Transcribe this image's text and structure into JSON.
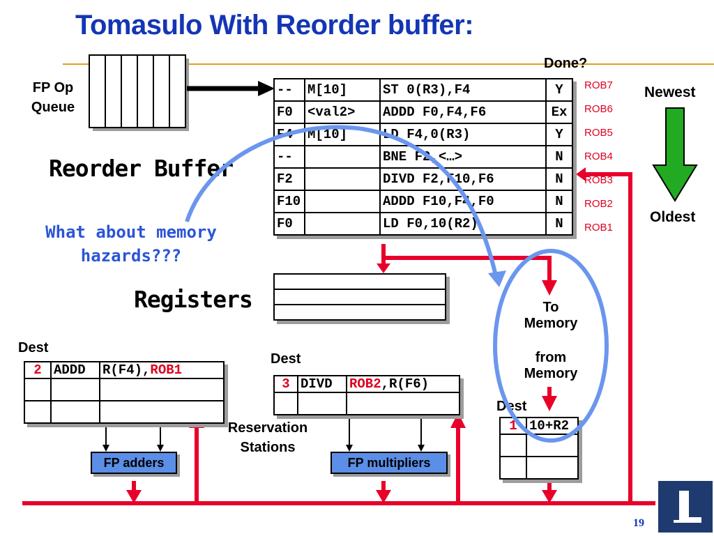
{
  "title": "Tomasulo With Reorder buffer:",
  "labels": {
    "done": "Done?",
    "fp_op_queue_line1": "FP Op",
    "fp_op_queue_line2": "Queue",
    "newest": "Newest",
    "oldest": "Oldest",
    "reorder_buffer": "Reorder Buffer",
    "registers": "Registers",
    "memory_question_line1": "What about memory",
    "memory_question_line2": "hazards???",
    "to_memory_line1": "To",
    "to_memory_line2": "Memory",
    "from_memory_line1": "from",
    "from_memory_line2": "Memory",
    "reservation_stations_line1": "Reservation",
    "reservation_stations_line2": "Stations",
    "dest_adders": "Dest",
    "dest_multipliers": "Dest",
    "dest_memory": "Dest",
    "fp_adders": "FP adders",
    "fp_multipliers": "FP multipliers",
    "page_number": "19"
  },
  "reorder_buffer": [
    {
      "dest": "--",
      "value": "M[10]",
      "instr": "ST 0(R3),F4",
      "done": "Y",
      "tag": "ROB7"
    },
    {
      "dest": "F0",
      "value": "<val2>",
      "instr": "ADDD F0,F4,F6",
      "done": "Ex",
      "tag": "ROB6"
    },
    {
      "dest": "F4",
      "value": "M[10]",
      "instr": "LD F4,0(R3)",
      "done": "Y",
      "tag": "ROB5"
    },
    {
      "dest": "--",
      "value": "",
      "instr": "BNE F2,<…>",
      "done": "N",
      "tag": "ROB4"
    },
    {
      "dest": "F2",
      "value": "",
      "instr": "DIVD F2,F10,F6",
      "done": "N",
      "tag": "ROB3"
    },
    {
      "dest": "F10",
      "value": "",
      "instr": "ADDD F10,F4,F0",
      "done": "N",
      "tag": "ROB2"
    },
    {
      "dest": "F0",
      "value": "",
      "instr": "LD F0,10(R2)",
      "done": "N",
      "tag": "ROB1"
    }
  ],
  "adders_rs": {
    "num": "2",
    "op": "ADDD",
    "src1": "R(F4),",
    "src2": "ROB1"
  },
  "mult_rs": {
    "num": "3",
    "op": "DIVD",
    "src1": "ROB2",
    "src2": ",R(F6)"
  },
  "mem_rs": {
    "num": "1",
    "addr": "10+R2"
  },
  "colors": {
    "title": "#1436b4",
    "bus": "#e8002a",
    "unit": "#5b8ee6",
    "arrow_green": "#22aa22",
    "annotation": "#6b96ee"
  }
}
